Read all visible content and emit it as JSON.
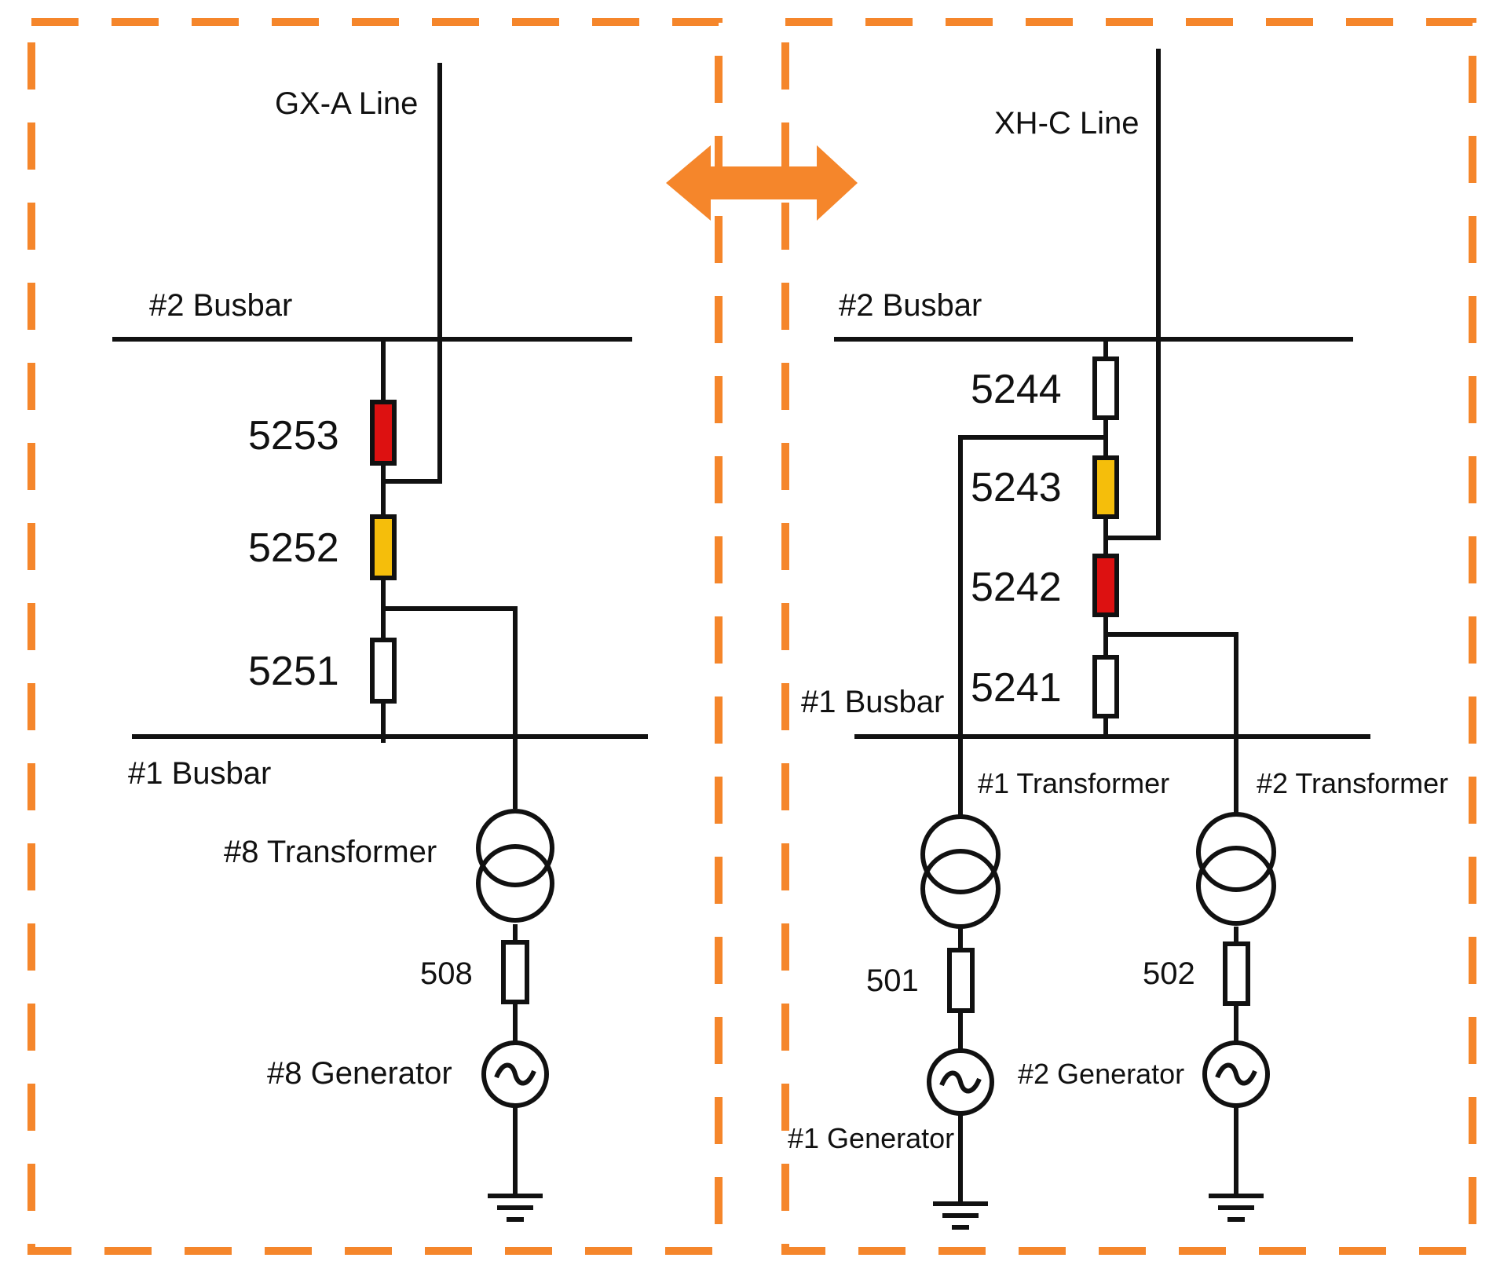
{
  "colors": {
    "frame": "#f5862b",
    "arrow": "#f5862b",
    "line": "#111111",
    "breaker_open": "#ffffff",
    "breaker_red": "#dd1111",
    "breaker_yellow": "#f5be0b"
  },
  "left": {
    "line_label": "GX-A Line",
    "busbar2_label": "#2 Busbar",
    "busbar1_label": "#1 Busbar",
    "breakers": [
      {
        "label": "5253",
        "state": "red"
      },
      {
        "label": "5252",
        "state": "yellow"
      },
      {
        "label": "5251",
        "state": "open"
      }
    ],
    "transformer_label": "#8 Transformer",
    "gen_breaker_label": "508",
    "generator_label": "#8 Generator"
  },
  "right": {
    "line_label": "XH-C Line",
    "busbar2_label": "#2 Busbar",
    "busbar1_label": "#1 Busbar",
    "breakers": [
      {
        "label": "5244",
        "state": "open"
      },
      {
        "label": "5243",
        "state": "yellow"
      },
      {
        "label": "5242",
        "state": "red"
      },
      {
        "label": "5241",
        "state": "open"
      }
    ],
    "transformer1_label": "#1 Transformer",
    "transformer2_label": "#2 Transformer",
    "gen_breaker1_label": "501",
    "gen_breaker2_label": "502",
    "generator1_label": "#1 Generator",
    "generator2_label": "#2 Generator"
  }
}
